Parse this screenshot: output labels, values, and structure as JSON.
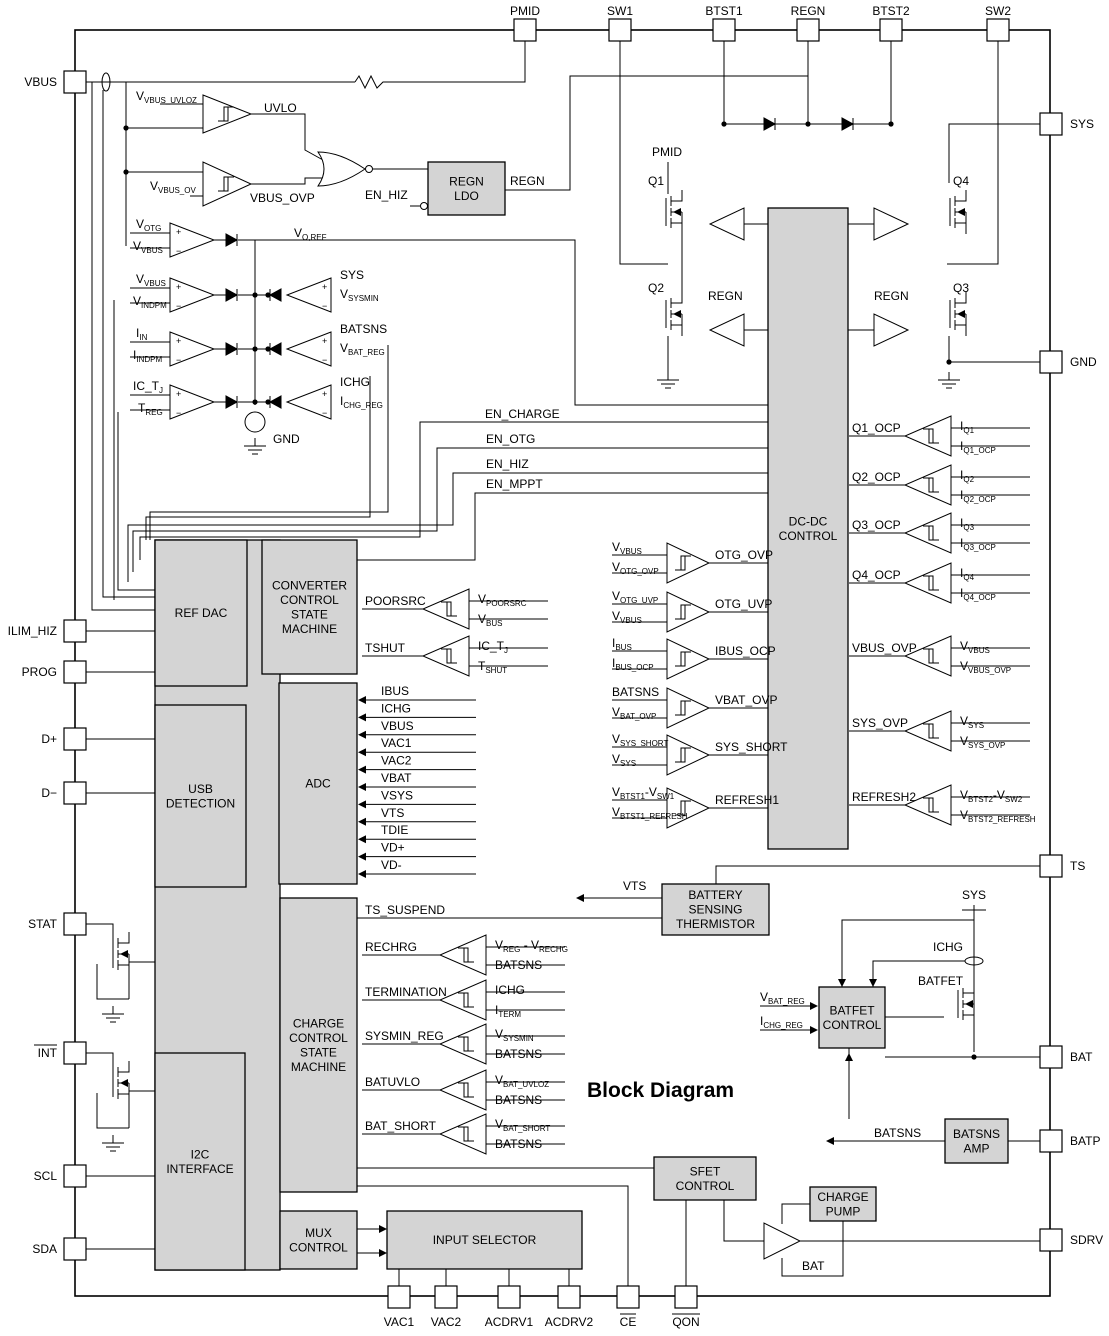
{
  "diagram": {
    "title": "Block Diagram",
    "top_pins": [
      "PMID",
      "SW1",
      "BTST1",
      "REGN",
      "BTST2",
      "SW2"
    ],
    "left_pins": [
      "VBUS",
      "ILIM_HIZ",
      "PROG",
      "D+",
      "D−",
      "STAT",
      "INT",
      "SCL",
      "SDA"
    ],
    "right_pins": [
      "SYS",
      "GND",
      "TS",
      "BAT",
      "BATP",
      "SDRV"
    ],
    "bottom_pins": [
      "VAC1",
      "VAC2",
      "ACDRV1",
      "ACDRV2",
      "CE",
      "QON"
    ],
    "blocks": {
      "ref_dac": "REF DAC",
      "converter_sm": [
        "CONVERTER",
        "CONTROL",
        "STATE",
        "MACHINE"
      ],
      "usb_detection": [
        "USB",
        "DETECTION"
      ],
      "adc": "ADC",
      "charge_sm": [
        "CHARGE",
        "CONTROL",
        "STATE",
        "MACHINE"
      ],
      "i2c": [
        "I2C",
        "INTERFACE"
      ],
      "mux": [
        "MUX",
        "CONTROL"
      ],
      "input_selector": "INPUT SELECTOR",
      "regn_ldo": [
        "REGN",
        "LDO"
      ],
      "dcdc": [
        "DC-DC",
        "CONTROL"
      ],
      "battery_sensing": [
        "BATTERY",
        "SENSING",
        "THERMISTOR"
      ],
      "batfet_control": [
        "BATFET",
        "CONTROL"
      ],
      "batsns_amp": [
        "BATSNS",
        "AMP"
      ],
      "sfet_control": [
        "SFET",
        "CONTROL"
      ],
      "charge_pump": [
        "CHARGE",
        "PUMP"
      ]
    },
    "adc_inputs": [
      "IBUS",
      "ICHG",
      "VBUS",
      "VAC1",
      "VAC2",
      "VBAT",
      "VSYS",
      "VTS",
      "TDIE",
      "VD+",
      "VD-"
    ],
    "signals": {
      "uvlo": "UVLO",
      "vbus_ovp": "VBUS_OVP",
      "en_hiz": "EN_HIZ",
      "regn": "REGN",
      "vo_ref": "V",
      "vo_ref_sub": "O,REF",
      "gnd": "GND",
      "en_charge": "EN_CHARGE",
      "en_otg": "EN_OTG",
      "en_hiz2": "EN_HIZ",
      "en_mppt": "EN_MPPT",
      "poorsrc": "POORSRC",
      "tshut": "TSHUT",
      "ts_suspend": "TS_SUSPEND",
      "vts": "VTS",
      "rechrg": "RECHRG",
      "termination": "TERMINATION",
      "sysmin_reg": "SYSMIN_REG",
      "batuvlo": "BATUVLO",
      "bat_short": "BAT_SHORT",
      "batsns": "BATSNS",
      "bat": "BAT",
      "sys": "SYS",
      "ichg": "ICHG",
      "batfet": "BATFET",
      "pmid": "PMID",
      "q1": "Q1",
      "q2": "Q2",
      "q3": "Q3",
      "q4": "Q4"
    },
    "left_comparators": [
      {
        "a": "V",
        "a_sub": "VBUS_UVLOZ"
      },
      {
        "a": "V",
        "a_sub": "VBUS_OV"
      }
    ],
    "loop_amps": [
      {
        "p": "V",
        "p_sub": "OTG",
        "n": "V",
        "n_sub": "VBUS"
      },
      {
        "p": "V",
        "p_sub": "VBUS",
        "n": "V",
        "n_sub": "INDPM"
      },
      {
        "p": "I",
        "p_sub": "IN",
        "n": "I",
        "n_sub": "INDPM"
      },
      {
        "p": "IC_T",
        "p_sub": "J",
        "n": "T",
        "n_sub": "REG"
      }
    ],
    "fb_amps": [
      {
        "p": "SYS",
        "n": "V",
        "n_sub": "SYSMIN"
      },
      {
        "p": "BATSNS",
        "n": "V",
        "n_sub": "BAT_REG"
      },
      {
        "p": "ICHG",
        "n": "I",
        "n_sub": "CHG_REG"
      }
    ],
    "protection_right": [
      {
        "label": "Q1_OCP",
        "a": "I",
        "a_sub": "Q1",
        "b": "I",
        "b_sub": "Q1_OCP"
      },
      {
        "label": "Q2_OCP",
        "a": "I",
        "a_sub": "Q2",
        "b": "I",
        "b_sub": "Q2_OCP"
      },
      {
        "label": "Q3_OCP",
        "a": "I",
        "a_sub": "Q3",
        "b": "I",
        "b_sub": "Q3_OCP"
      },
      {
        "label": "Q4_OCP",
        "a": "I",
        "a_sub": "Q4",
        "b": "I",
        "b_sub": "Q4_OCP"
      },
      {
        "label": "VBUS_OVP",
        "a": "V",
        "a_sub": "VBUS",
        "b": "V",
        "b_sub": "VBUS_OVP"
      },
      {
        "label": "SYS_OVP",
        "a": "V",
        "a_sub": "SYS",
        "b": "V",
        "b_sub": "SYS_OVP"
      },
      {
        "label": "REFRESH2",
        "a": "V",
        "a_sub": "BTST2",
        "a_mid": "-V",
        "a_sub2": "SW2",
        "b": "V",
        "b_sub": "BTST2_REFRESH"
      }
    ],
    "protection_left": [
      {
        "label": "OTG_OVP",
        "a": "V",
        "a_sub": "VBUS",
        "b": "V",
        "b_sub": "OTG_OVP"
      },
      {
        "label": "OTG_UVP",
        "a": "V",
        "a_sub": "OTG_UVP",
        "b": "V",
        "b_sub": "VBUS"
      },
      {
        "label": "IBUS_OCP",
        "a": "I",
        "a_sub": "BUS",
        "b": "I",
        "b_sub": "BUS_OCP"
      },
      {
        "label": "VBAT_OVP",
        "a": "BATSNS",
        "a_sub": "",
        "b": "V",
        "b_sub": "BAT_OVP"
      },
      {
        "label": "SYS_SHORT",
        "a": "V",
        "a_sub": "SYS_SHORT",
        "b": "V",
        "b_sub": "SYS"
      },
      {
        "label": "REFRESH1",
        "a": "V",
        "a_sub": "BTST1",
        "a_mid": "-V",
        "a_sub2": "SW1",
        "b": "V",
        "b_sub": "BTST1_REFRESH"
      }
    ],
    "converter_comps": [
      {
        "label": "POORSRC",
        "a": "V",
        "a_sub": "POORSRC",
        "b": "V",
        "b_sub": "BUS"
      },
      {
        "label": "TSHUT",
        "a": "IC_T",
        "a_sub": "J",
        "b": "T",
        "b_sub": "SHUT"
      }
    ],
    "charge_comps": [
      {
        "label": "RECHRG",
        "a": "V",
        "a_sub": "REG",
        "a_mid": " - V",
        "a_sub2": "RECHG",
        "b": "BATSNS",
        "b_sub": ""
      },
      {
        "label": "TERMINATION",
        "a": "ICHG",
        "a_sub": "",
        "b": "I",
        "b_sub": "TERM"
      },
      {
        "label": "SYSMIN_REG",
        "a": "V",
        "a_sub": "SYSMIN",
        "b": "BATSNS",
        "b_sub": ""
      },
      {
        "label": "BATUVLO",
        "a": "V",
        "a_sub": "BAT_UVLOZ",
        "b": "BATSNS",
        "b_sub": ""
      },
      {
        "label": "BAT_SHORT",
        "a": "V",
        "a_sub": "BAT_SHORT",
        "b": "BATSNS",
        "b_sub": ""
      }
    ],
    "batfet_inputs": [
      {
        "a": "V",
        "a_sub": "BAT_REG"
      },
      {
        "a": "I",
        "a_sub": "CHG_REG"
      }
    ]
  }
}
